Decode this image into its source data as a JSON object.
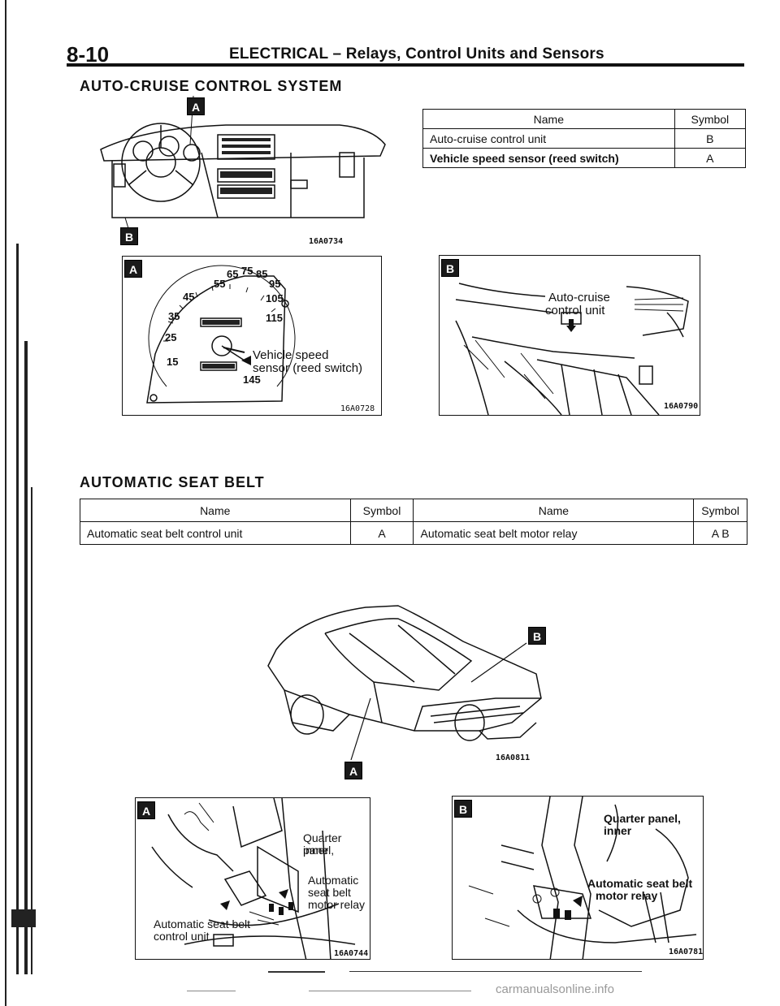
{
  "header": {
    "page_number": "8-10",
    "title": "ELECTRICAL – Relays, Control Units and Sensors"
  },
  "sections": {
    "cruise": {
      "title": "AUTO-CRUISE CONTROL SYSTEM",
      "table": {
        "headers": [
          "Name",
          "Symbol"
        ],
        "rows": [
          {
            "name": "Auto-cruise control unit",
            "symbol": "B"
          },
          {
            "name": "Vehicle speed sensor (reed switch)",
            "symbol": "A"
          }
        ]
      },
      "figures": {
        "dash": {
          "label_a": "A",
          "label_b": "B",
          "code": "16A0734"
        },
        "speedo": {
          "badge": "A",
          "callout": [
            "Vehicle speed",
            "sensor (reed switch)"
          ],
          "code": "16A0728",
          "dial_marks": [
            "55",
            "65",
            "75",
            "85",
            "95",
            "45",
            "105",
            "35",
            "115",
            "25",
            "15",
            "145"
          ]
        },
        "cruise_unit": {
          "badge": "B",
          "callout": [
            "Auto-cruise",
            "control unit"
          ],
          "code": "16A0790"
        }
      }
    },
    "seatbelt": {
      "title": "AUTOMATIC SEAT BELT",
      "table": {
        "headers": [
          "Name",
          "Symbol",
          "Name",
          "Symbol"
        ],
        "row": {
          "name1": "Automatic seat belt control unit",
          "symbol1": "A",
          "name2": "Automatic seat belt motor relay",
          "symbol2": "A B"
        }
      },
      "figures": {
        "car": {
          "label_a": "A",
          "label_b": "B",
          "code": "16A0811"
        },
        "left_detail": {
          "badge": "A",
          "callout_quarter": [
            "Quarter panel,",
            "inner"
          ],
          "callout_relay": [
            "Automatic",
            "seat belt",
            "motor relay"
          ],
          "callout_unit": [
            "Automatic seat belt",
            "control unit"
          ],
          "code": "16A0744"
        },
        "right_detail": {
          "badge": "B",
          "callout_quarter": [
            "Quarter panel,",
            "inner"
          ],
          "callout_relay": [
            "Automatic seat belt",
            "motor relay"
          ],
          "code": "16A0781"
        }
      }
    }
  },
  "footer": {
    "watermark": "carmanualsonline.info"
  }
}
